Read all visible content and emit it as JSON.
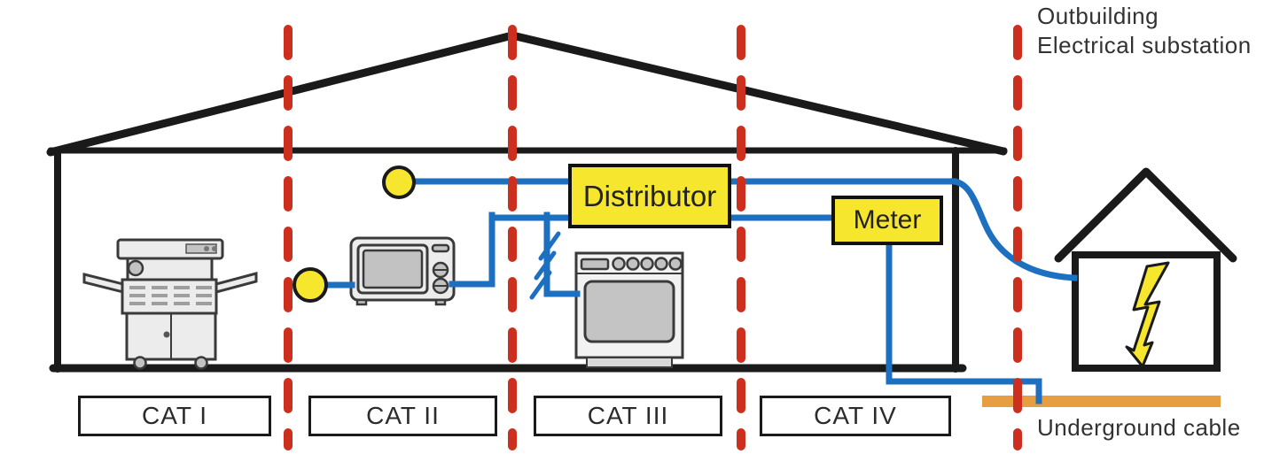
{
  "colors": {
    "red": "#cc2f1d",
    "blue": "#1d70bf",
    "yellow": "#f7e62e",
    "orange": "#e69e40",
    "ink": "#1a1a1a",
    "text": "#323232"
  },
  "boxes": {
    "distributor": "Distributor",
    "meter": "Meter"
  },
  "annotations": {
    "outbuilding": "Outbuilding",
    "electrical_substation": "Electrical substation",
    "underground_cable": "Underground cable"
  },
  "categories": [
    {
      "label": "CAT I"
    },
    {
      "label": "CAT II"
    },
    {
      "label": "CAT III"
    },
    {
      "label": "CAT IV"
    }
  ],
  "icons": {
    "cat1_appliance": "photocopier-icon",
    "cat2_outlet": "socket-icon",
    "cat2_appliance": "microwave-icon",
    "ceiling_outlet": "lamp-socket-icon",
    "cat3_appliance": "stove-icon",
    "cat3_fixed_wiring": "fixed-wiring-hatch-icon",
    "substation_symbol": "lightning-bolt-icon",
    "underground_cable_bar": "underground-cable-icon"
  }
}
